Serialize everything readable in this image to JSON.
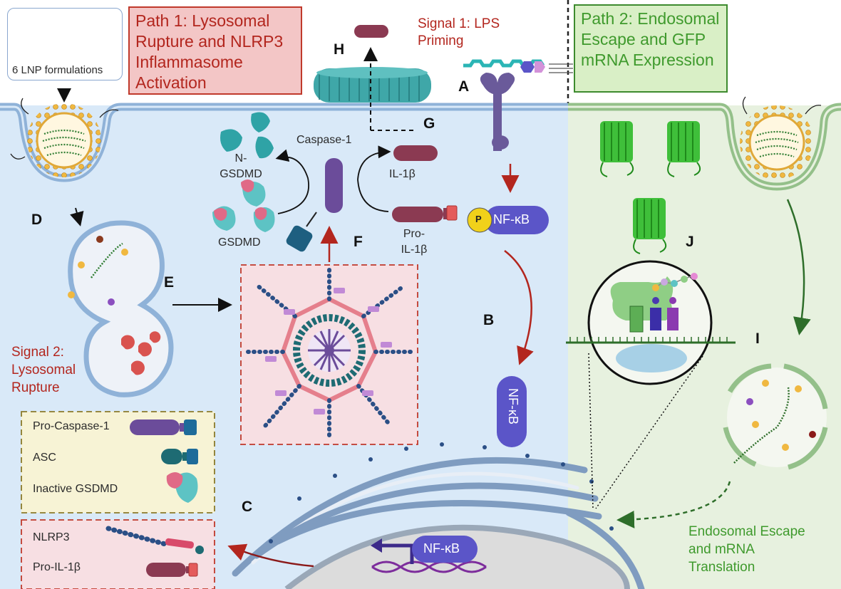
{
  "path1_title": "Path 1: Lysosomal Rupture and NLRP3 Inflammasome Activation",
  "path2_title": "Path 2: Endosomal Escape and GFP mRNA Expression",
  "lnp_label": "6 LNP formulations",
  "signal1": "Signal 1: LPS Priming",
  "signal2": "Signal 2: Lysosomal Rupture",
  "letters": {
    "A": "A",
    "B": "B",
    "C": "C",
    "D": "D",
    "E": "E",
    "F": "F",
    "G": "G",
    "H": "H",
    "I": "I",
    "J": "J"
  },
  "labels": {
    "caspase1": "Caspase-1",
    "n_gsdmd": "N-GSDMD",
    "gsdmd": "GSDMD",
    "il1b": "IL-1β",
    "pro_il1b": "Pro-IL-1β",
    "p": "P",
    "nfkb": "NF-κB",
    "endosomal_escape": "Endosomal Escape and mRNA Translation"
  },
  "legend1": [
    "Pro-Caspase-1",
    "ASC",
    "Inactive GSDMD"
  ],
  "legend2": [
    "NLRP3",
    "Pro-IL-1β"
  ],
  "colors": {
    "cell_blue": "#d9e9f8",
    "cell_green": "#e7f1df",
    "membrane_blue": "#8fb2d8",
    "caspase_purple": "#6b4c9a",
    "il1b_maroon": "#8b3a52",
    "asc_teal": "#1e6b73",
    "nlrp3_blue": "#2b4f86",
    "inflammasome_pink": "#e57f8c",
    "gfp_green": "#3fbf3a",
    "nfkb_purple": "#5b55c8",
    "arrow_red": "#b3261e",
    "arrow_green": "#2e6e2a"
  }
}
